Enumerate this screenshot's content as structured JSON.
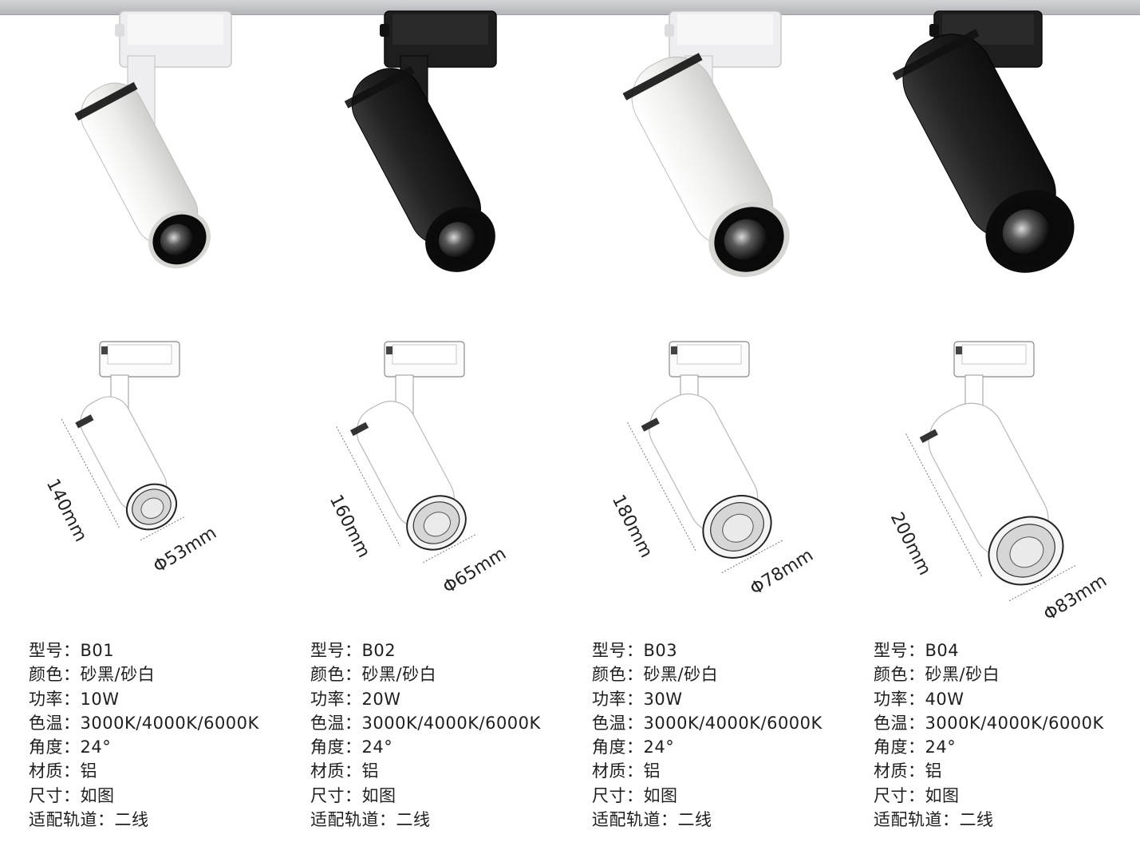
{
  "products": [
    {
      "model": "B01",
      "finish": "white",
      "length_label": "140mm",
      "diameter_label": "Φ53mm",
      "specs": [
        {
          "label": "型号：",
          "value": "B01"
        },
        {
          "label": "颜色：",
          "value": "砂黑/砂白"
        },
        {
          "label": "功率：",
          "value": "10W"
        },
        {
          "label": "色温：",
          "value": "3000K/4000K/6000K"
        },
        {
          "label": "角度：",
          "value": "24°"
        },
        {
          "label": "材质：",
          "value": "铝"
        },
        {
          "label": "尺寸：",
          "value": "如图"
        },
        {
          "label": "适配轨道：",
          "value": "二线"
        }
      ]
    },
    {
      "model": "B02",
      "finish": "black",
      "length_label": "160mm",
      "diameter_label": "Φ65mm",
      "specs": [
        {
          "label": "型号：",
          "value": "B02"
        },
        {
          "label": "颜色：",
          "value": "砂黑/砂白"
        },
        {
          "label": "功率：",
          "value": "20W"
        },
        {
          "label": "色温：",
          "value": "3000K/4000K/6000K"
        },
        {
          "label": "角度：",
          "value": "24°"
        },
        {
          "label": "材质：",
          "value": "铝"
        },
        {
          "label": "尺寸：",
          "value": "如图"
        },
        {
          "label": "适配轨道：",
          "value": "二线"
        }
      ]
    },
    {
      "model": "B03",
      "finish": "white",
      "length_label": "180mm",
      "diameter_label": "Φ78mm",
      "specs": [
        {
          "label": "型号：",
          "value": "B03"
        },
        {
          "label": "颜色：",
          "value": "砂黑/砂白"
        },
        {
          "label": "功率：",
          "value": "30W"
        },
        {
          "label": "色温：",
          "value": "3000K/4000K/6000K"
        },
        {
          "label": "角度：",
          "value": "24°"
        },
        {
          "label": "材质：",
          "value": "铝"
        },
        {
          "label": "尺寸：",
          "value": "如图"
        },
        {
          "label": "适配轨道：",
          "value": "二线"
        }
      ]
    },
    {
      "model": "B04",
      "finish": "black",
      "length_label": "200mm",
      "diameter_label": "Φ83mm",
      "specs": [
        {
          "label": "型号：",
          "value": "B04"
        },
        {
          "label": "颜色：",
          "value": "砂黑/砂白"
        },
        {
          "label": "功率：",
          "value": "40W"
        },
        {
          "label": "色温：",
          "value": "3000K/4000K/6000K"
        },
        {
          "label": "角度：",
          "value": "24°"
        },
        {
          "label": "材质：",
          "value": "铝"
        },
        {
          "label": "尺寸：",
          "value": "如图"
        },
        {
          "label": "适配轨道：",
          "value": "二线"
        }
      ]
    }
  ],
  "colors": {
    "white_body": "#f1f1f0",
    "black_body": "#1c1c1d",
    "rail": "#c4c5c8",
    "text": "#1e1e1e"
  }
}
